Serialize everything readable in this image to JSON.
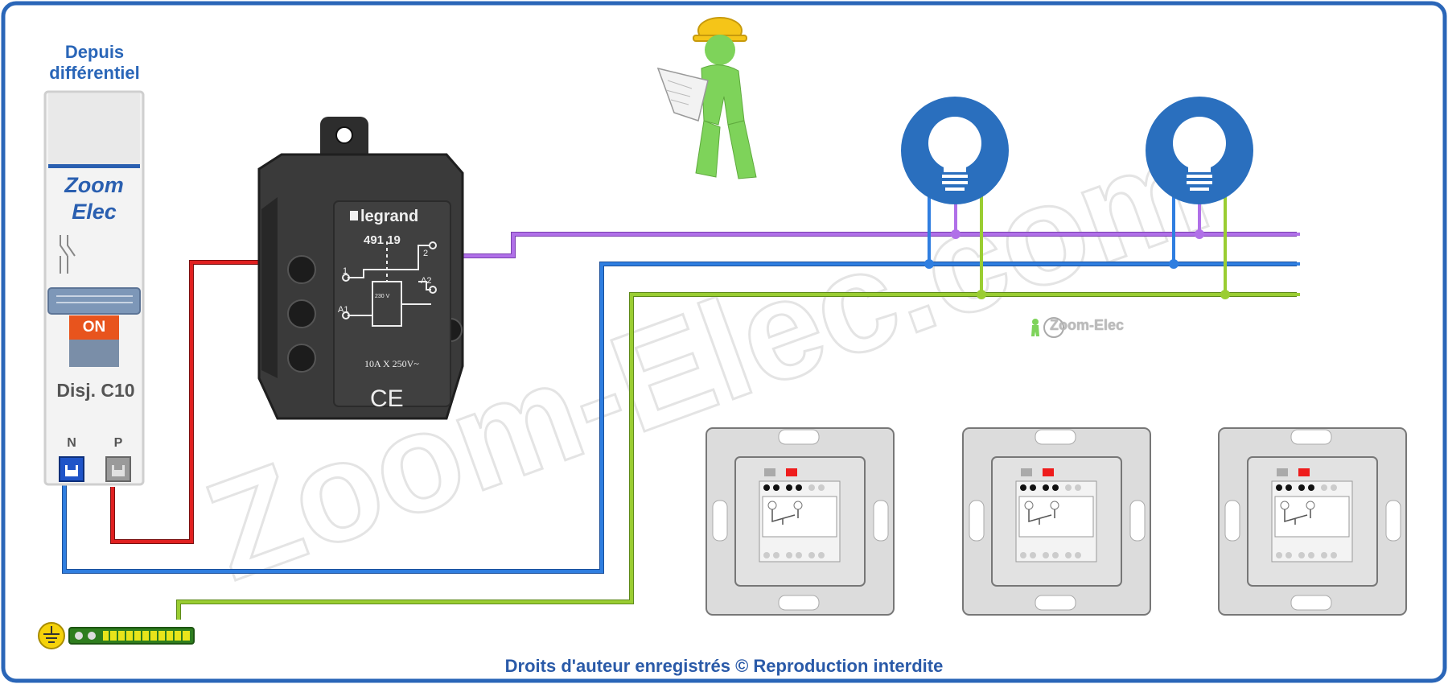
{
  "source_label": "Depuis\ndifférentiel",
  "breaker": {
    "brand": "Zoom\nElec",
    "state": "ON",
    "name": "Disj. C10",
    "terminal_neutral": "N",
    "terminal_phase": "P"
  },
  "relay": {
    "brand": "legrand",
    "reference": "491 19",
    "terminal_1": "1",
    "terminal_2": "2",
    "terminal_a1": "A1",
    "terminal_a2": "A2",
    "coil_voltage": "230 V",
    "rating": "10A X 250V~",
    "mark": "CE"
  },
  "watermark": "Zoom-Elec.com",
  "small_logo": "Zoom-Elec",
  "footer": "Droits d'auteur enregistrés © Reproduction interdite",
  "colors": {
    "frame": "#2a66b8",
    "phase": "#e02020",
    "neutral": "#2f7ee0",
    "earth": "#9acd32",
    "switched": "#b070e8",
    "lamp": "#2a6fbe"
  },
  "icons": [
    "lamp-icon",
    "lamp-icon",
    "earth-icon",
    "worker-figure"
  ]
}
